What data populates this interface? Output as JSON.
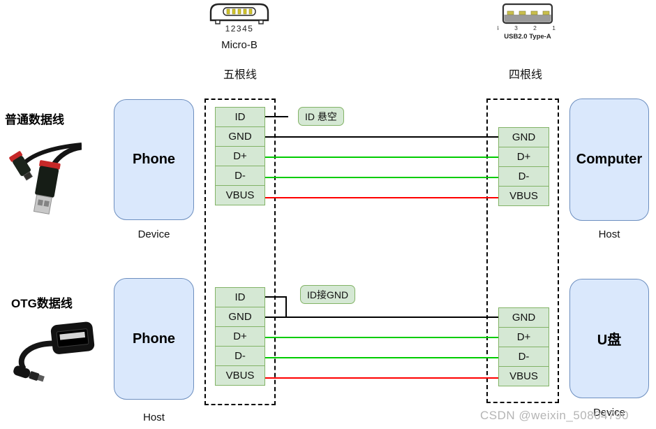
{
  "connectors": {
    "micro_b": {
      "pin_numbers": "12345",
      "name": "Micro-B",
      "wire_count_label": "五根线"
    },
    "type_a": {
      "pin_numbers": "4 3 2 1",
      "name": "USB2.0 Type-A",
      "wire_count_label": "四根线"
    }
  },
  "colors": {
    "device_box_fill": "#dae8fc",
    "device_box_border": "#6c8ebf",
    "pin_cell_fill": "#d5e8d4",
    "pin_cell_border": "#82b366",
    "wire_black": "#000000",
    "wire_green": "#00cc00",
    "wire_red": "#ff0000",
    "watermark_gray": "#b5b5b5"
  },
  "row_normal": {
    "cable_label": "普通数据线",
    "left_device": "Phone",
    "left_role": "Device",
    "right_device": "Computer",
    "right_role": "Host",
    "left_pins": [
      "ID",
      "GND",
      "D+",
      "D-",
      "VBUS"
    ],
    "right_pins": [
      "GND",
      "D+",
      "D-",
      "VBUS"
    ],
    "id_note": "ID 悬空"
  },
  "row_otg": {
    "cable_label": "OTG数据线",
    "left_device": "Phone",
    "left_role": "Host",
    "right_device": "U盘",
    "right_role": "Device",
    "left_pins": [
      "ID",
      "GND",
      "D+",
      "D-",
      "VBUS"
    ],
    "right_pins": [
      "GND",
      "D+",
      "D-",
      "VBUS"
    ],
    "id_note": "ID接GND"
  },
  "watermark": "CSDN @weixin_50804790"
}
